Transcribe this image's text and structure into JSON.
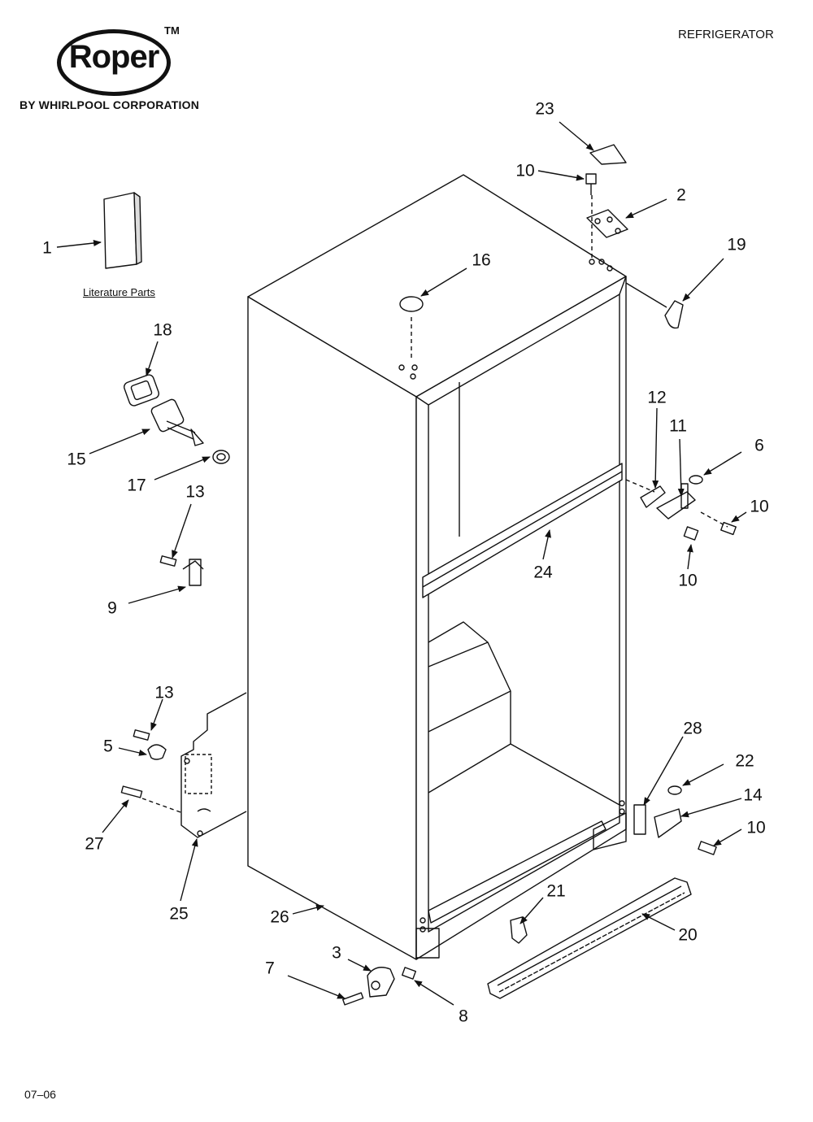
{
  "brand": {
    "name": "Roper",
    "trademark": "TM",
    "byline": "BY WHIRLPOOL CORPORATION"
  },
  "category": "REFRIGERATOR",
  "footer_code": "07–06",
  "literature_label": "Literature Parts",
  "callouts": [
    {
      "id": "c1",
      "label": "1"
    },
    {
      "id": "c2",
      "label": "2"
    },
    {
      "id": "c3",
      "label": "3"
    },
    {
      "id": "c5",
      "label": "5"
    },
    {
      "id": "c6",
      "label": "6"
    },
    {
      "id": "c7",
      "label": "7"
    },
    {
      "id": "c8",
      "label": "8"
    },
    {
      "id": "c9",
      "label": "9"
    },
    {
      "id": "c10a",
      "label": "10"
    },
    {
      "id": "c10b",
      "label": "10"
    },
    {
      "id": "c10c",
      "label": "10"
    },
    {
      "id": "c10d",
      "label": "10"
    },
    {
      "id": "c11",
      "label": "11"
    },
    {
      "id": "c12",
      "label": "12"
    },
    {
      "id": "c13a",
      "label": "13"
    },
    {
      "id": "c13b",
      "label": "13"
    },
    {
      "id": "c14",
      "label": "14"
    },
    {
      "id": "c15",
      "label": "15"
    },
    {
      "id": "c16",
      "label": "16"
    },
    {
      "id": "c17",
      "label": "17"
    },
    {
      "id": "c18",
      "label": "18"
    },
    {
      "id": "c19",
      "label": "19"
    },
    {
      "id": "c20",
      "label": "20"
    },
    {
      "id": "c21",
      "label": "21"
    },
    {
      "id": "c22",
      "label": "22"
    },
    {
      "id": "c23",
      "label": "23"
    },
    {
      "id": "c24",
      "label": "24"
    },
    {
      "id": "c25",
      "label": "25"
    },
    {
      "id": "c26",
      "label": "26"
    },
    {
      "id": "c27",
      "label": "27"
    },
    {
      "id": "c28",
      "label": "28"
    }
  ]
}
